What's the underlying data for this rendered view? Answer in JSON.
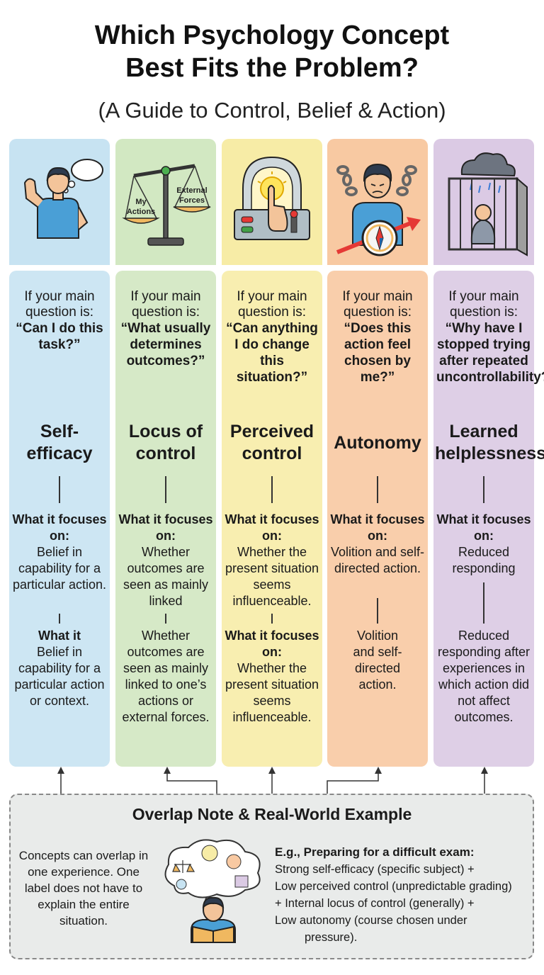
{
  "header": {
    "title_line1": "Which Psychology Concept",
    "title_line2": "Best Fits the Problem?",
    "subtitle": "(A Guide to Control, Belief & Action)"
  },
  "columns": [
    {
      "concept": "Self-efficacy",
      "intro": "If your main question is:",
      "question": "“Can I do this task?”",
      "color": "#cde6f3",
      "icon_bg": "#c7e3f2",
      "icon": "flexing-arm-icon",
      "focus1_label": "What it focuses on:",
      "focus1_text": "Belief in capability for a particular action.",
      "focus2_label": "What it",
      "focus2_text": "Belief in capability for a particular action or context."
    },
    {
      "concept": "Locus of control",
      "intro": "If your main question is:",
      "question": "“What usually determines outcomes?”",
      "color": "#d6e9c7",
      "icon_bg": "#d2e8c2",
      "icon": "balance-scale-icon",
      "icon_label_left": "My Actions",
      "icon_label_right": "External Forces",
      "focus1_label": "What it focuses on:",
      "focus1_text": "Whether outcomes are seen as mainly linked",
      "focus2_text": "Whether outcomes are seen as mainly linked to one’s actions or external forces."
    },
    {
      "concept": "Perceived control",
      "intro": "If your main question is:",
      "question": "“Can anything I do change this situation?”",
      "color": "#f8eeb0",
      "icon_bg": "#f7eca6",
      "icon": "control-panel-icon",
      "focus1_label": "What it focuses on:",
      "focus1_text": "Whether the present situation seems influenceable.",
      "focus2_label": "What it focuses on:",
      "focus2_text": "Whether the present situation seems influenceable."
    },
    {
      "concept": "Autonomy",
      "intro": "If your main question is:",
      "question": "“Does this action feel chosen by me?”",
      "color": "#f9ceab",
      "icon_bg": "#f8c9a2",
      "icon": "person-breaking-chains-icon",
      "focus1_label": "What it focuses on:",
      "focus1_text": "Volition and self-directed action.",
      "focus2_text": "Volition and self-directed action."
    },
    {
      "concept": "Learned helplessness",
      "intro": "If your main question is:",
      "question": "“Why have I stopped trying after repeated uncontrollability?”",
      "color": "#decfe6",
      "icon_bg": "#dbcae4",
      "icon": "person-in-rain-cage-icon",
      "focus1_label": "What it focuses on:",
      "focus1_text": "Reduced responding",
      "focus2_text": "Reduced responding after experiences in which action did not affect outcomes."
    }
  ],
  "overlap": {
    "title": "Overlap Note & Real-World Example",
    "note": "Concepts can overlap in one experience. One label does not have to explain the entire situation.",
    "icon": "student-thinking-icon",
    "example_heading": "E.g., Preparing for a difficult exam:",
    "example_lines": [
      "Strong self-efficacy (specific subject) +",
      "Low perceived control (unpredictable grading)",
      "+ Internal locus of control (generally) +",
      "Low autonomy (course chosen under",
      "pressure)."
    ]
  }
}
